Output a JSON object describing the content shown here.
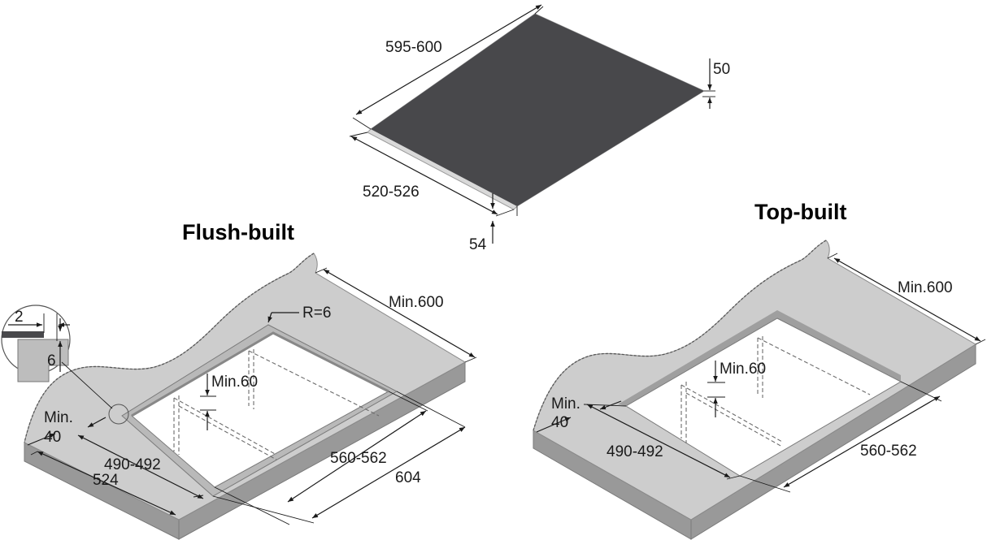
{
  "colors": {
    "hob": "#48484b",
    "hob_edge": "#d9d9d9",
    "worktop_top": "#cdcdcd",
    "worktop_side": "#999999",
    "cutout": "#ffffff",
    "lines": "#1a1a1a"
  },
  "hob": {
    "length_label": "595-600",
    "depth_label": "520-526",
    "thickness_label": "50",
    "total_height_label": "54"
  },
  "flush_built": {
    "title": "Flush-built",
    "min_depth_label": "Min.600",
    "radius_label": "R=6",
    "min_clearance_label": "Min.60",
    "min_front_label_line1": "Min.",
    "min_front_label_line2": "40",
    "cutout_depth_label": "490-492",
    "rebate_depth_label": "524",
    "cutout_width_label": "560-562",
    "rebate_width_label": "604",
    "detail": {
      "gap_label": "2",
      "depth_label": "6"
    }
  },
  "top_built": {
    "title": "Top-built",
    "min_depth_label": "Min.600",
    "min_clearance_label": "Min.60",
    "min_front_label_line1": "Min.",
    "min_front_label_line2": "40",
    "cutout_depth_label": "490-492",
    "cutout_width_label": "560-562"
  }
}
